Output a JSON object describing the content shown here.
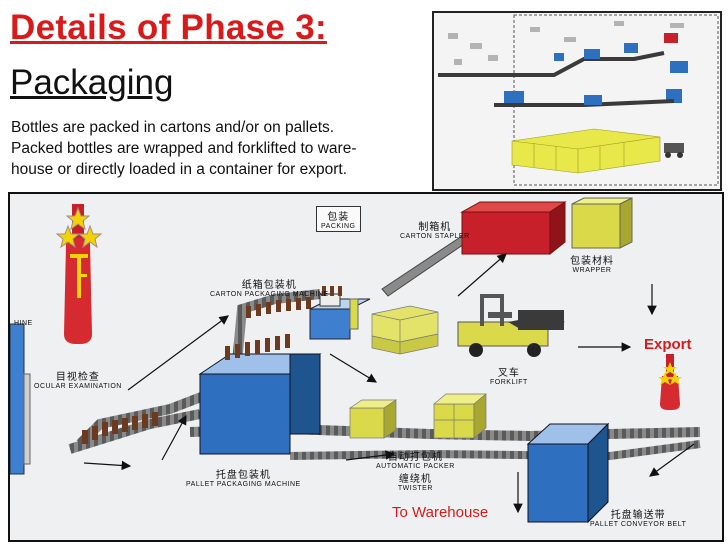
{
  "heading": {
    "line1": "Details of Phase 3: ",
    "line2": "Packaging"
  },
  "description": {
    "line1": "Bottles are packed in cartons and/or on pallets.",
    "line2": "Packed bottles are wrapped and forklifted to ware-",
    "line3": "house or directly loaded in a container for export."
  },
  "diagram": {
    "packing_cn": "包装",
    "packing_en": "PACKING",
    "carton_stapler_cn": "制箱机",
    "carton_stapler_en": "CARTON STAPLER",
    "wrapper_cn": "包装材料",
    "wrapper_en": "WRAPPER",
    "carton_packaging_cn": "纸箱包装机",
    "carton_packaging_en": "CARTON PACKAGING MACHINE",
    "ocular_cn": "目视检查",
    "ocular_en": "OCULAR EXAMINATION",
    "forklift_cn": "叉车",
    "forklift_en": "FORKLIFT",
    "auto_packer_cn": "自动打包机",
    "auto_packer_en": "AUTOMATIC PACKER",
    "twister_cn": "缠绕机",
    "twister_en": "TWISTER",
    "pallet_packaging_cn": "托盘包装机",
    "pallet_packaging_en": "PALLET PACKAGING MACHINE",
    "pallet_conveyor_cn": "托盘输送带",
    "pallet_conveyor_en": "PALLET CONVEYOR BELT",
    "left_edge_en": "HINE",
    "export_label": "Export",
    "warehouse_label": "To Warehouse"
  },
  "colors": {
    "heading_red": "#d91a1a",
    "machine_blue": "#2f6fbf",
    "carton_yellow": "#d9d94a",
    "container_red": "#c8202a",
    "bottle_brown": "#6b3a1f"
  }
}
